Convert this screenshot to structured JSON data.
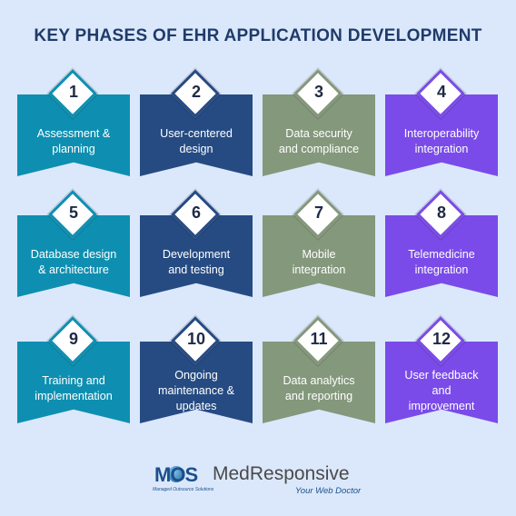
{
  "title": "KEY PHASES OF EHR APPLICATION DEVELOPMENT",
  "colors": {
    "background": "#dbe8fb",
    "teal": "#0e8fb1",
    "navy": "#264b82",
    "sage": "#84987c",
    "purple": "#7a4be8",
    "title": "#1f3b6a"
  },
  "phases": [
    {
      "number": "1",
      "label_lines": [
        "Assessment &",
        "planning"
      ],
      "color": "teal"
    },
    {
      "number": "2",
      "label_lines": [
        "User-centered",
        "design"
      ],
      "color": "navy"
    },
    {
      "number": "3",
      "label_lines": [
        "Data security",
        "and compliance"
      ],
      "color": "sage"
    },
    {
      "number": "4",
      "label_lines": [
        "Interoperability",
        "integration"
      ],
      "color": "purple"
    },
    {
      "number": "5",
      "label_lines": [
        "Database design",
        "& architecture"
      ],
      "color": "teal"
    },
    {
      "number": "6",
      "label_lines": [
        "Development",
        "and testing"
      ],
      "color": "navy"
    },
    {
      "number": "7",
      "label_lines": [
        "Mobile",
        "integration"
      ],
      "color": "sage"
    },
    {
      "number": "8",
      "label_lines": [
        "Telemedicine",
        "integration"
      ],
      "color": "purple"
    },
    {
      "number": "9",
      "label_lines": [
        "Training and",
        "implementation"
      ],
      "color": "teal"
    },
    {
      "number": "10",
      "label_lines": [
        "Ongoing",
        "maintenance &",
        "updates"
      ],
      "color": "navy"
    },
    {
      "number": "11",
      "label_lines": [
        "Data analytics",
        "and reporting"
      ],
      "color": "sage"
    },
    {
      "number": "12",
      "label_lines": [
        "User feedback",
        "and",
        "improvement"
      ],
      "color": "purple"
    }
  ],
  "logo": {
    "mark": "MOS",
    "mark_subtitle": "Managed Outsource Solutions",
    "brand": "MedResponsive",
    "tagline": "Your Web Doctor"
  }
}
